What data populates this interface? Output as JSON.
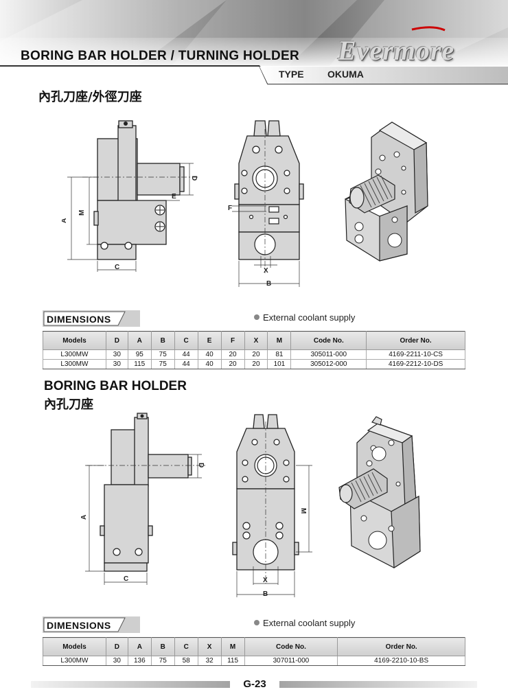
{
  "header": {
    "title": "BORING BAR HOLDER / TURNING HOLDER",
    "brand": "Evermore",
    "type_label": "TYPE",
    "type_value": "OKUMA"
  },
  "section1": {
    "cn_title": "內孔刀座/外徑刀座",
    "labels": {
      "A": "A",
      "M": "M",
      "D": "D",
      "E": "E",
      "C": "C",
      "F": "F",
      "X": "X",
      "B": "B"
    },
    "dimensions_label": "DIMENSIONS",
    "coolant": "External coolant supply",
    "table": {
      "headers": [
        "Models",
        "D",
        "A",
        "B",
        "C",
        "E",
        "F",
        "X",
        "M",
        "Code No.",
        "Order No."
      ],
      "rows": [
        [
          "L300MW",
          "30",
          "95",
          "75",
          "44",
          "40",
          "20",
          "20",
          "81",
          "305011-000",
          "4169-2211-10-CS"
        ],
        [
          "L300MW",
          "30",
          "115",
          "75",
          "44",
          "40",
          "20",
          "20",
          "101",
          "305012-000",
          "4169-2212-10-DS"
        ]
      ]
    }
  },
  "section2": {
    "title": "BORING BAR HOLDER",
    "cn_title": "內孔刀座",
    "labels": {
      "A": "A",
      "D": "D",
      "C": "C",
      "M": "M",
      "X": "X",
      "B": "B"
    },
    "dimensions_label": "DIMENSIONS",
    "coolant": "External coolant supply",
    "table": {
      "headers": [
        "Models",
        "D",
        "A",
        "B",
        "C",
        "X",
        "M",
        "Code No.",
        "Order No."
      ],
      "rows": [
        [
          "L300MW",
          "30",
          "136",
          "75",
          "58",
          "32",
          "115",
          "307011-000",
          "4169-2210-10-BS"
        ]
      ]
    }
  },
  "footer": {
    "page": "G-23"
  }
}
